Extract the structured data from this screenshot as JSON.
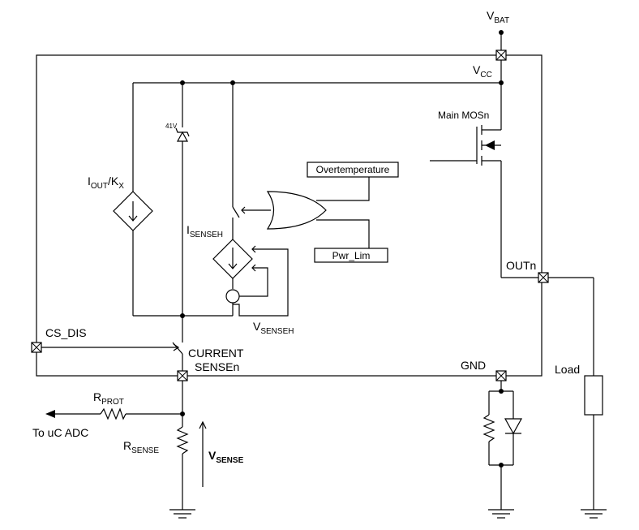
{
  "labels": {
    "vbat_main": "V",
    "vbat_sub": "BAT",
    "vcc_main": "V",
    "vcc_sub": "CC",
    "main_mos": "Main MOSn",
    "zener_v": "41V",
    "iout_main": "I",
    "iout_sub": "OUT",
    "iout_div": "/K",
    "iout_k_sub": "X",
    "overtemp": "Overtemperature",
    "pwr_lim": "Pwr_Lim",
    "isenseh_main": "I",
    "isenseh_sub": "SENSEH",
    "vsenseh_main": "V",
    "vsenseh_sub": "SENSEH",
    "cs_dis": "CS_DIS",
    "current": "CURRENT",
    "sensen": "SENSEn",
    "outn": "OUTn",
    "gnd": "GND",
    "load": "Load",
    "rprot_main": "R",
    "rprot_sub": "PROT",
    "to_uc_adc": "To uC ADC",
    "rsense_main": "R",
    "rsense_sub": "SENSE",
    "vsense_main": "V",
    "vsense_sub": "SENSE"
  }
}
